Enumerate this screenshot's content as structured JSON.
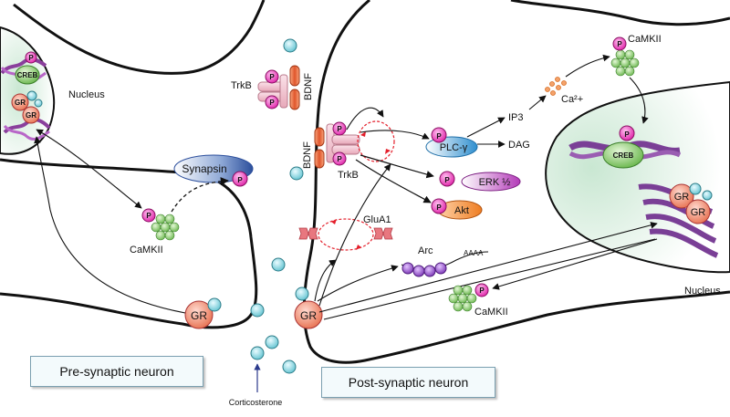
{
  "labels": {
    "nucleus_left": "Nucleus",
    "nucleus_right": "Nucleus",
    "trkb_top": "TrkB",
    "trkb_post": "TrkB",
    "bdnf_top": "BDNF",
    "bdnf_post": "BDNF",
    "synapsin": "Synapsin",
    "camkii_pre": "CaMKII",
    "camkii_top_right": "CaMKII",
    "camkii_post": "CaMKII",
    "plc": "PLC-γ",
    "ip3": "IP3",
    "dag": "DAG",
    "ca": "Ca²+",
    "erk": "ERK ½",
    "akt": "Akt",
    "glua1": "GluA1",
    "arc": "Arc",
    "aaaa": "AAAA",
    "gr": "GR",
    "creb": "CREB",
    "p": "P",
    "corticosterone": "Corticosterone",
    "pre_synaptic": "Pre-synaptic neuron",
    "post_synaptic": "Post-synaptic neuron"
  }
}
